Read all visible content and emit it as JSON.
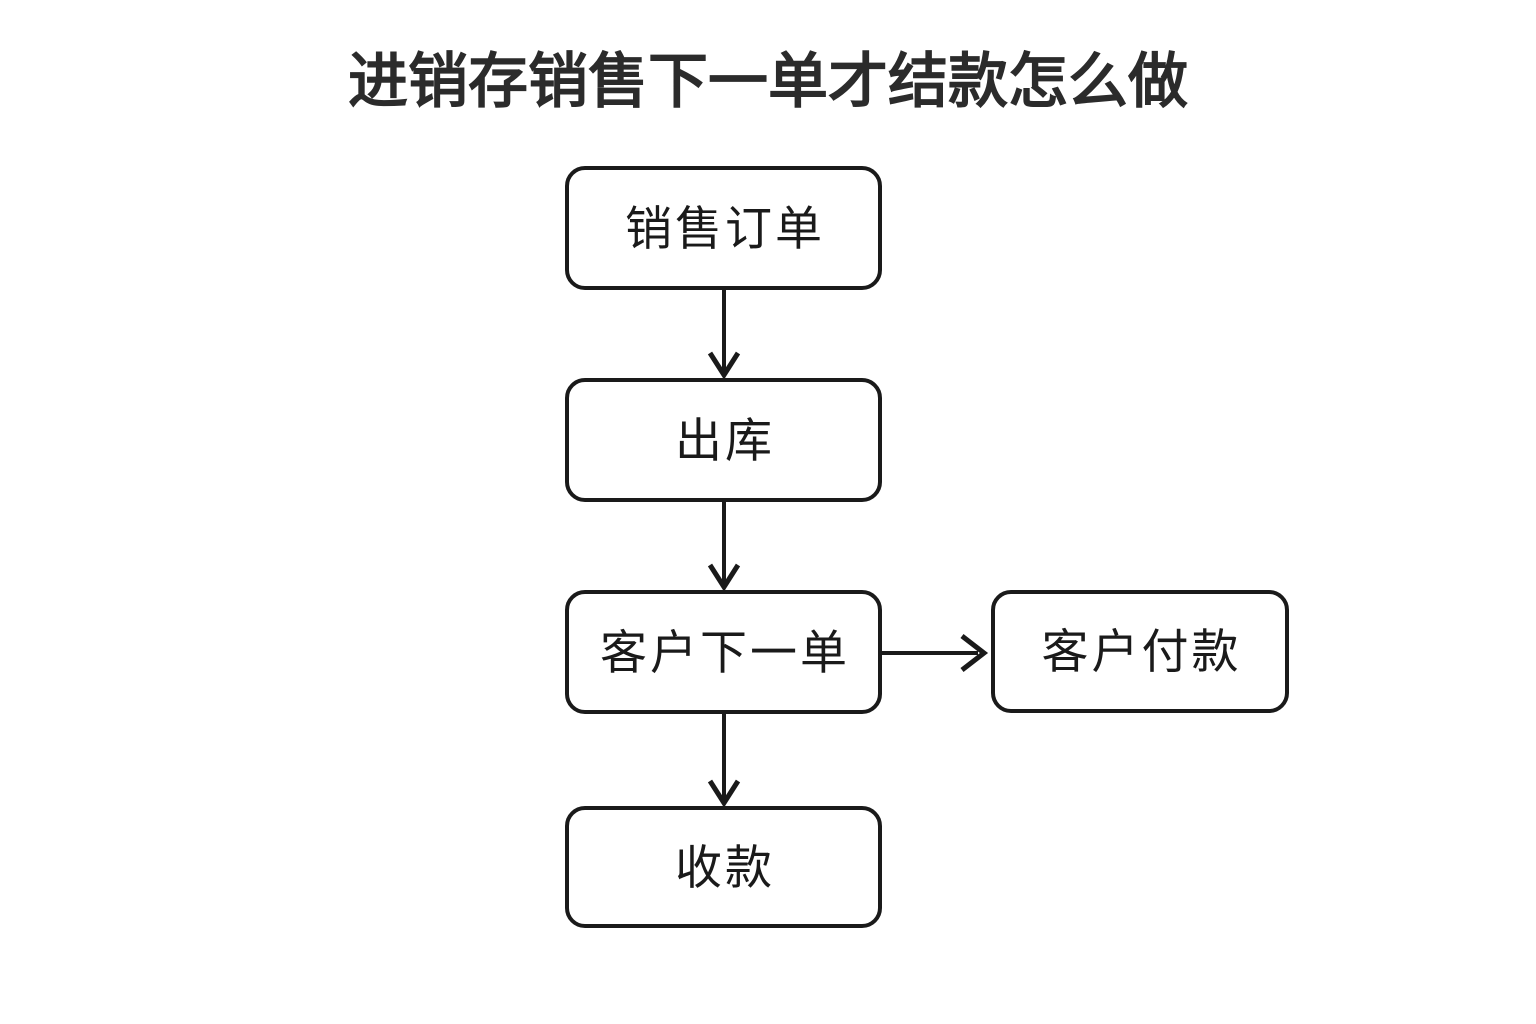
{
  "page": {
    "background_color": "#ffffff",
    "stroke_color": "#1a1a1a",
    "title_color": "#2b2b2b"
  },
  "title": "进销存销售下一单才结款怎么做",
  "diagram": {
    "type": "flowchart",
    "orientation": "top-to-bottom",
    "nodes": [
      {
        "id": "sales-order",
        "label": "销售订单"
      },
      {
        "id": "outbound",
        "label": "出库"
      },
      {
        "id": "customer-next",
        "label": "客户下一单"
      },
      {
        "id": "customer-pay",
        "label": "客户付款"
      },
      {
        "id": "receive",
        "label": "收款"
      }
    ],
    "edges": [
      {
        "from": "sales-order",
        "to": "outbound",
        "direction": "down",
        "label": ""
      },
      {
        "from": "outbound",
        "to": "customer-next",
        "direction": "down",
        "label": ""
      },
      {
        "from": "customer-next",
        "to": "customer-pay",
        "direction": "right",
        "label": ""
      },
      {
        "from": "customer-next",
        "to": "receive",
        "direction": "down",
        "label": ""
      }
    ]
  }
}
